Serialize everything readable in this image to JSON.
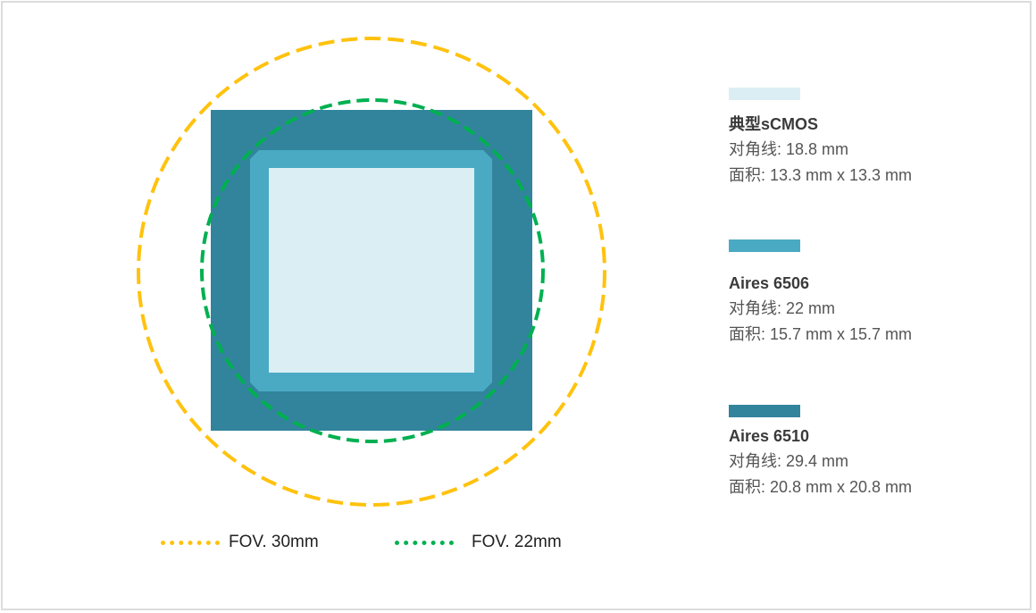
{
  "colors": {
    "typical_scmos": "#dbeef3",
    "aires_6506": "#4aaac4",
    "aires_6510": "#31849c",
    "fov_30": "#ffc20e",
    "fov_22": "#00b050",
    "frame_border": "#dcdcdc"
  },
  "sensors": [
    {
      "name": "典型sCMOS",
      "diagonal": "对角线: 18.8 mm",
      "area": "面积: 13.3 mm x 13.3 mm"
    },
    {
      "name": "Aires 6506",
      "diagonal": "对角线: 22 mm",
      "area": "面积: 15.7 mm x 15.7 mm"
    },
    {
      "name": "Aires 6510",
      "diagonal": "对角线: 29.4 mm",
      "area": "面积: 20.8 mm x 20.8 mm"
    }
  ],
  "fov_legend": [
    {
      "label": "FOV. 30mm"
    },
    {
      "label": "FOV. 22mm"
    }
  ]
}
